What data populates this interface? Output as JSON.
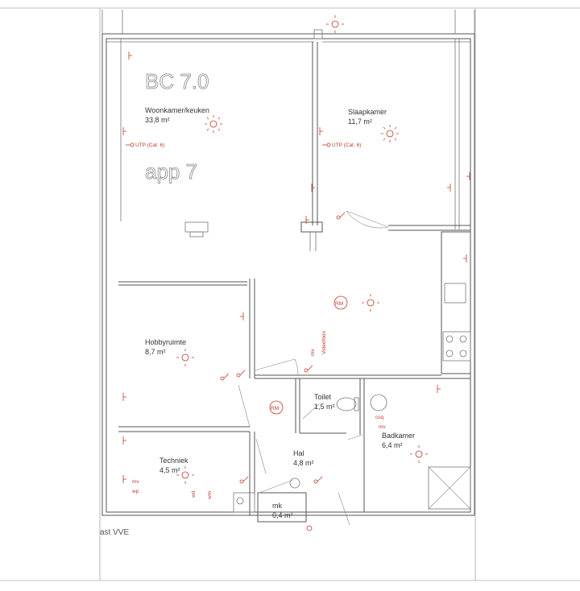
{
  "block_code": "BC 7.0",
  "apartment": "app 7",
  "rooms": [
    {
      "id": "woonkamer",
      "name": "Woonkamer/keuken",
      "area": "33,8 m²"
    },
    {
      "id": "slaapkamer",
      "name": "Slaapkamer",
      "area": "11,7 m²"
    },
    {
      "id": "hobbyruimte",
      "name": "Hobbyruimte",
      "area": "8,7 m²"
    },
    {
      "id": "toilet",
      "name": "Toilet",
      "area": "1,5 m²"
    },
    {
      "id": "badkamer",
      "name": "Badkamer",
      "area": "6,4 m²"
    },
    {
      "id": "techniek",
      "name": "Techniek",
      "area": "4,5 m²"
    },
    {
      "id": "hal",
      "name": "Hal",
      "area": "4,8 m²"
    },
    {
      "id": "mk",
      "name": "mk",
      "area": "0,4 m²"
    }
  ],
  "utp_labels": [
    "UTP (Cat. 6)",
    "UTP (Cat. 6)"
  ],
  "small_labels": {
    "mv1": "mv",
    "mv2": "mv",
    "wp": "wp",
    "wd": "wd",
    "wm": "wm",
    "rm": "RM",
    "vid": "Videofoon",
    "csq": "csq",
    "mv3": "mv"
  },
  "footer_text": "ast VVE"
}
